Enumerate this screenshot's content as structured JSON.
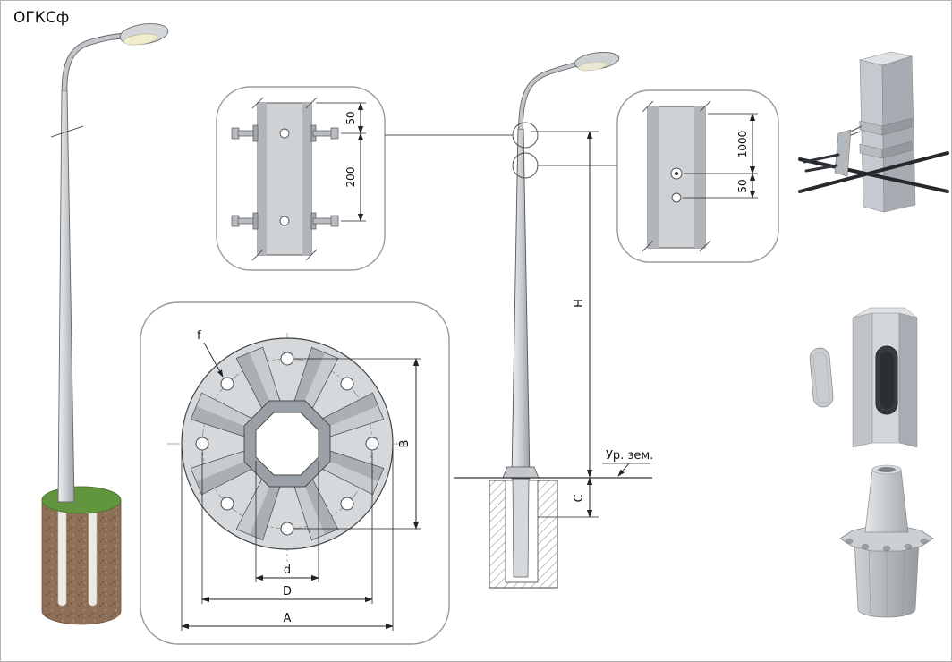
{
  "title": "ОГКСф",
  "colors": {
    "outline": "#444444",
    "metal_light": "#d6d9dc",
    "metal_mid": "#b9bdc1",
    "metal_dark": "#9ba0a6",
    "foundation_brown": "#8d6e56",
    "grass_green": "#61963e",
    "callout_border": "#9a9a9a",
    "cable_black": "#26292c",
    "lamp_lens": "#f1eecd"
  },
  "details": {
    "bolted_joint": {
      "dim_edge": "50",
      "dim_spacing": "200"
    },
    "pin_joint": {
      "dim_height": "1000",
      "dim_offset": "50"
    }
  },
  "flange_plan": {
    "labels": {
      "hole": "f",
      "bolt_span": "B",
      "inner": "d",
      "bolt_circle": "D",
      "outer": "A"
    }
  },
  "elevation": {
    "height_label": "H",
    "embed_label": "C",
    "ground_label": "Ур. зем."
  }
}
